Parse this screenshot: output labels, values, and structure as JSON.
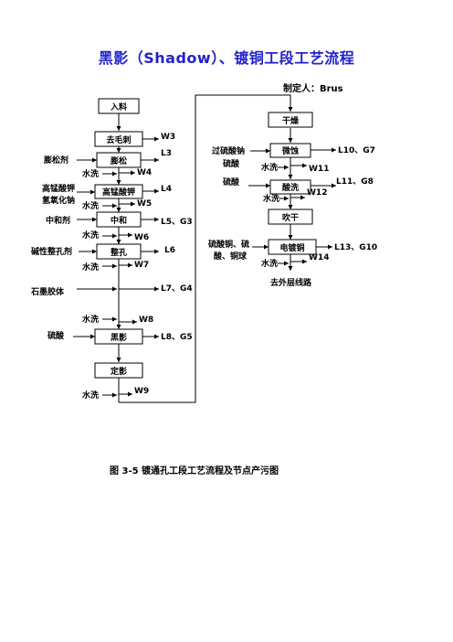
{
  "title": "黑影（Shadow）、镀铜工段工艺流程",
  "author": "制定人：Brus",
  "caption": "图 3-5  镀通孔工段工艺流程及节点产污图",
  "left_column": {
    "steps": [
      "入料",
      "去毛刺",
      "膨松",
      "高锰酸钾",
      "中和",
      "整孔",
      "黑影",
      "定影"
    ],
    "inputs": {
      "pengsongji": "膨松剂",
      "gaomeng": "高锰酸钾",
      "qingyanghuana": "氢氧化钠",
      "zhongheji": "中和剂",
      "jianxing": "碱性整孔剂",
      "shimo": "石墨胶体",
      "liusuan": "硫酸"
    },
    "water": "水洗",
    "outputs": {
      "w3": "W3",
      "l3": "L3",
      "w4": "W4",
      "l4": "L4",
      "w5": "W5",
      "l5g3": "L5、G3",
      "w6": "W6",
      "l6": "L6",
      "w7": "W7",
      "l7g4": "L7、G4",
      "w8": "W8",
      "l8g5": "L8、G5",
      "w9": "W9"
    }
  },
  "right_column": {
    "steps": [
      "干燥",
      "微蚀",
      "酸洗",
      "吹干",
      "电镀铜"
    ],
    "inputs": {
      "guoliu": "过硫酸钠",
      "liusuan1": "硫酸",
      "liusuan2": "硫酸",
      "liusuantong": "硫酸铜、硫",
      "suantongqiu": "酸、铜球"
    },
    "water": "水洗",
    "outputs": {
      "l10g7": "L10、G7",
      "w11": "W11",
      "l11g8": "L11、G8",
      "w12": "W12",
      "l13g10": "L13、G10",
      "w14": "W14"
    },
    "end": "去外层线路"
  }
}
